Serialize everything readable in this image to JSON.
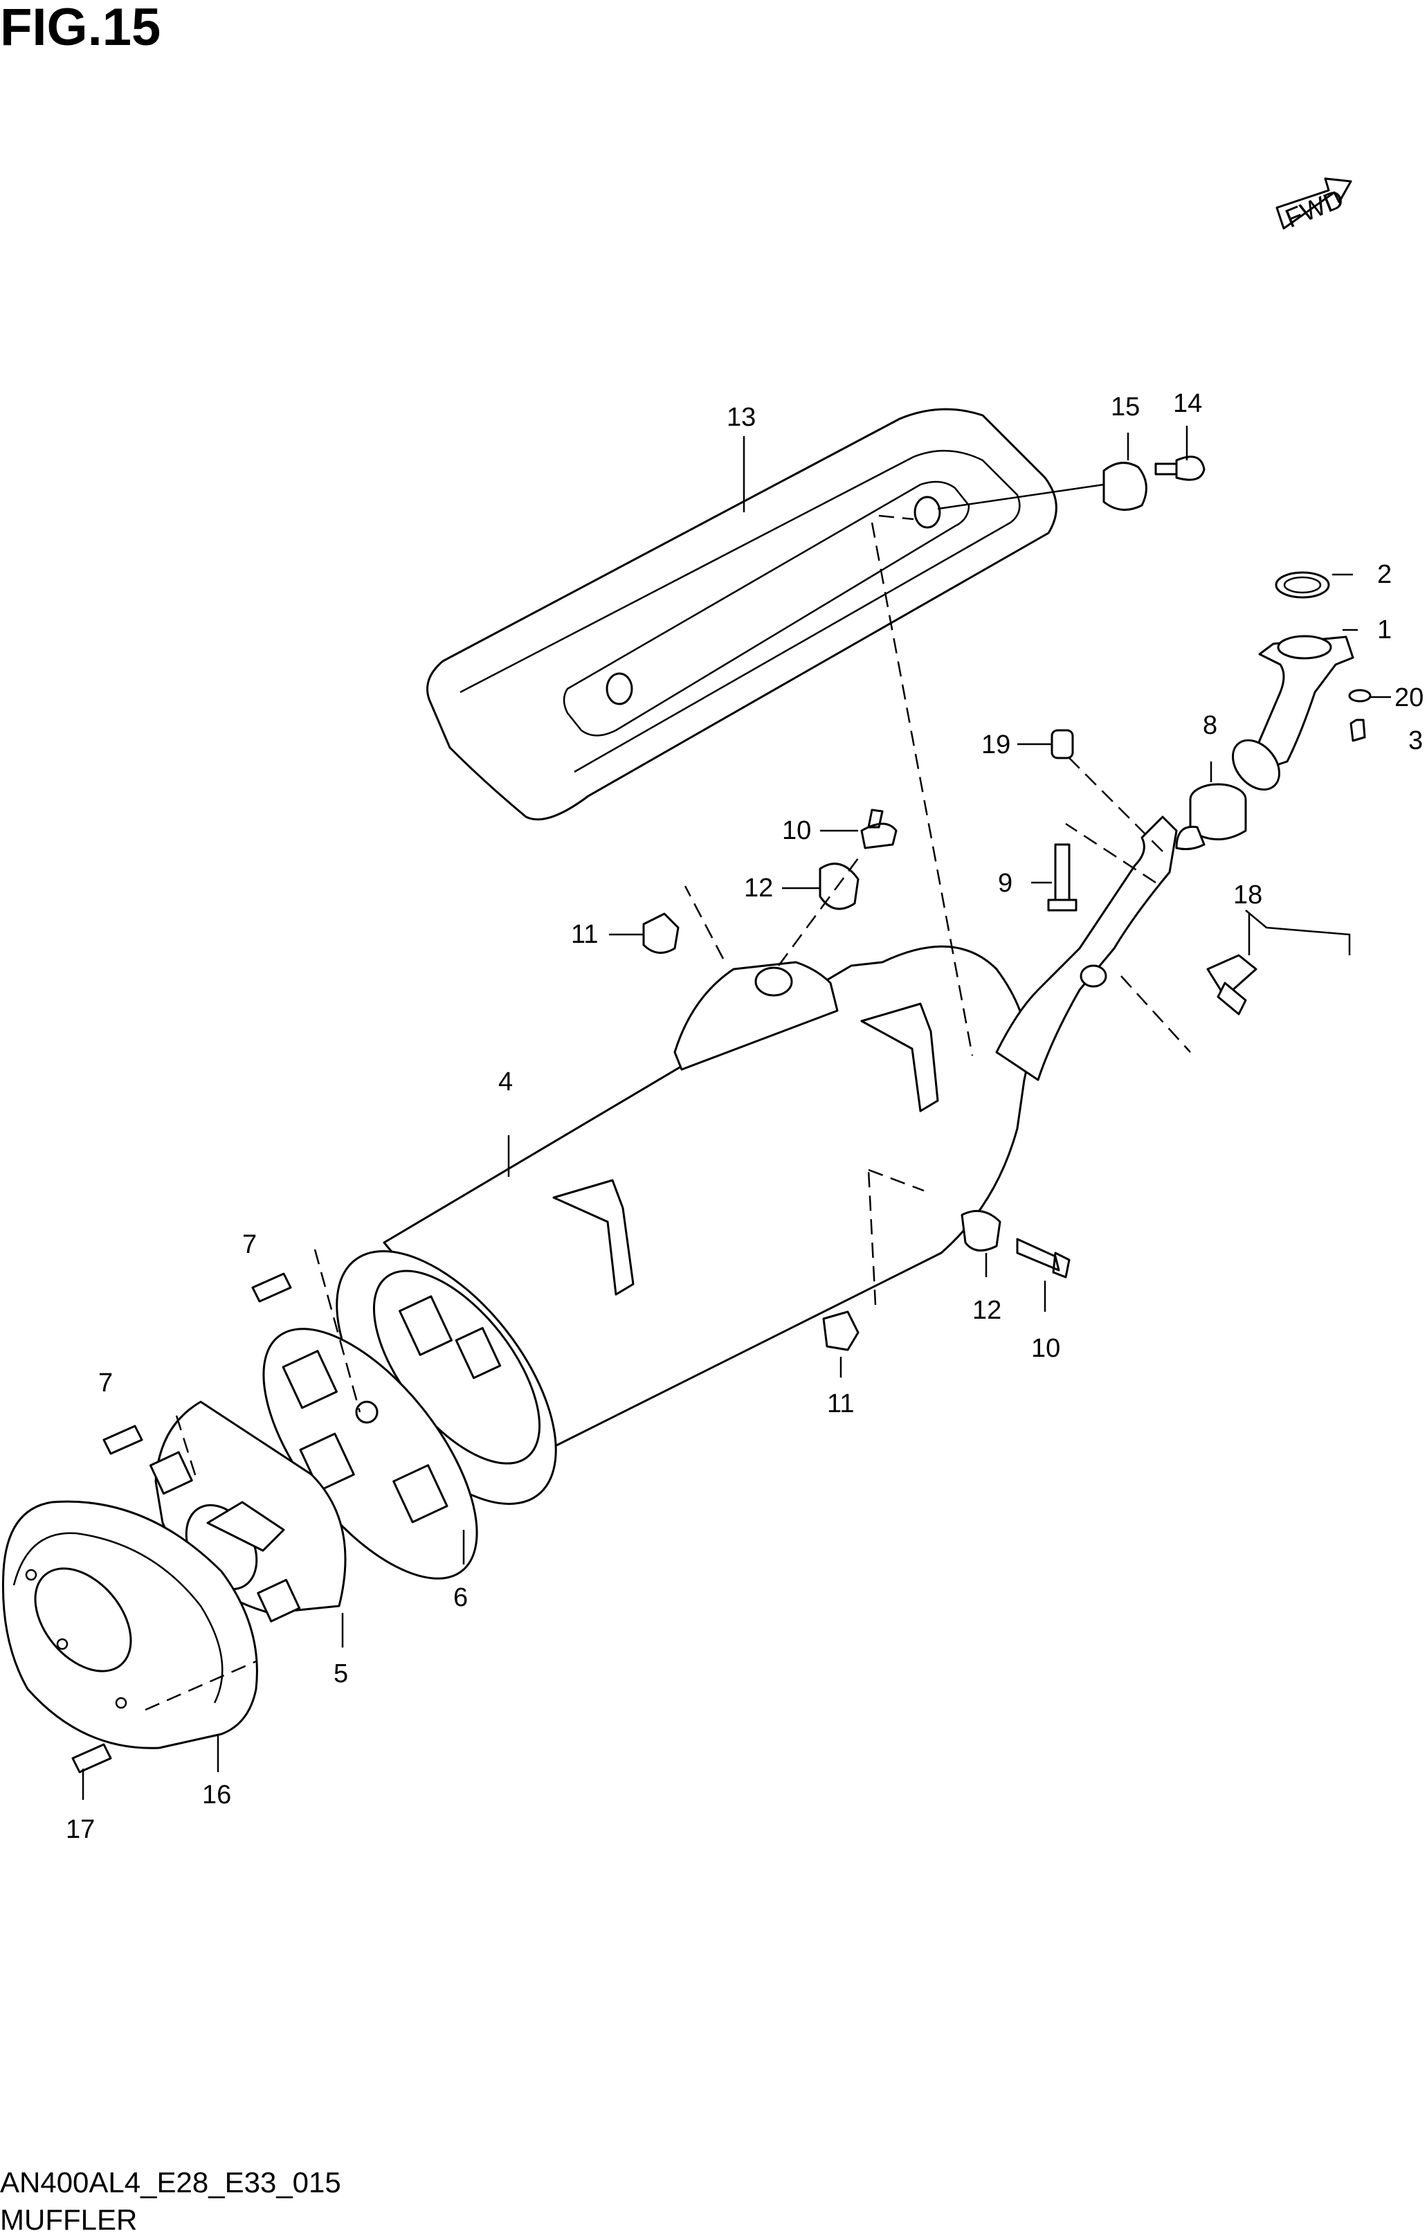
{
  "figure": {
    "title": "FIG.15",
    "code": "AN400AL4_E28_E33_015",
    "name": "MUFFLER",
    "fwd_label": "FWD"
  },
  "callouts": [
    "1",
    "2",
    "3",
    "4",
    "5",
    "6",
    "7",
    "7",
    "8",
    "9",
    "10",
    "10",
    "11",
    "11",
    "12",
    "12",
    "13",
    "14",
    "15",
    "16",
    "17",
    "18",
    "19",
    "20"
  ]
}
